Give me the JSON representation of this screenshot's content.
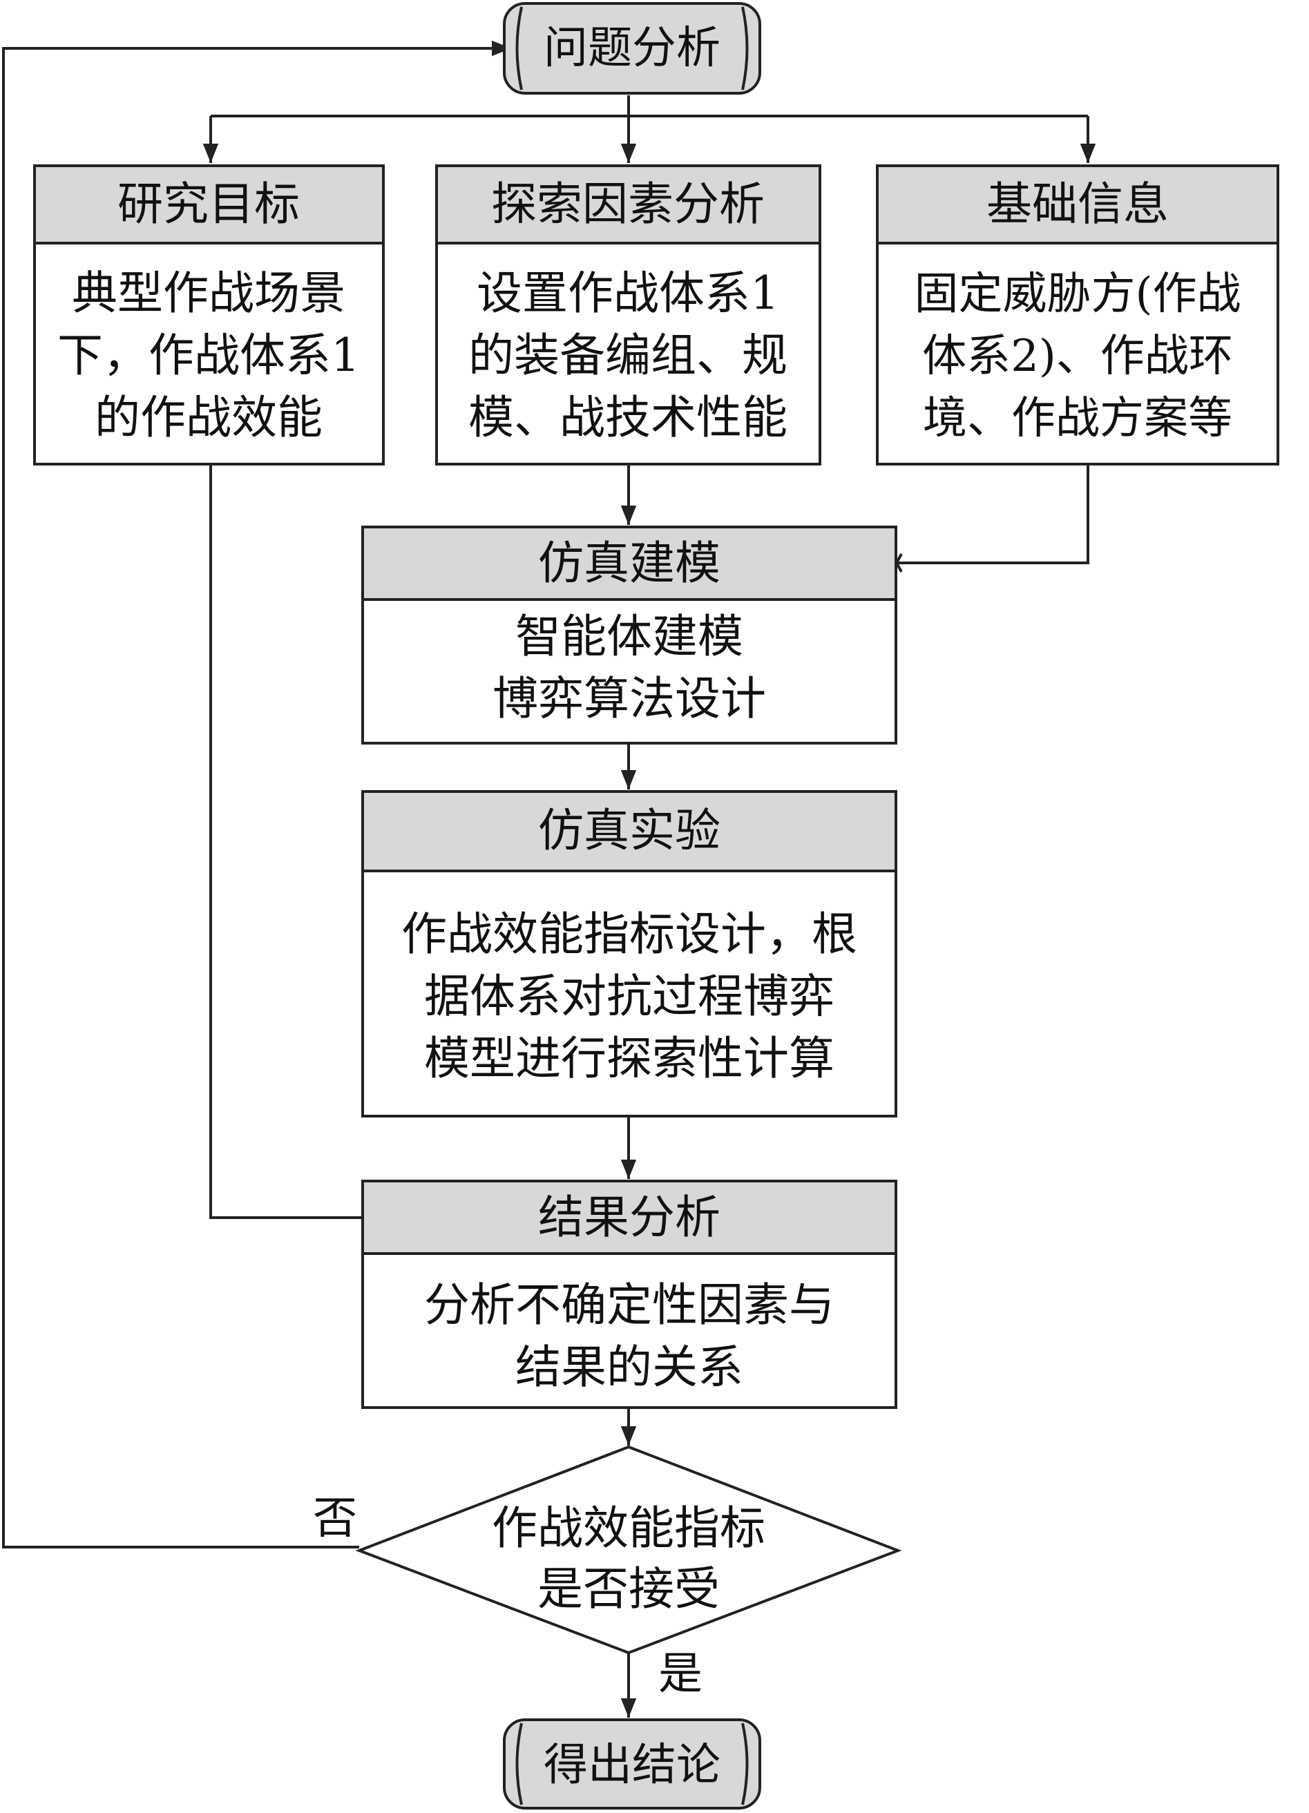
{
  "terminals": {
    "start": "问题分析",
    "end": "得出结论"
  },
  "boxes": {
    "goal": {
      "title": "研究目标",
      "lines": [
        "典型作战场景",
        "下，作战体系1",
        "的作战效能"
      ]
    },
    "factors": {
      "title": "探索因素分析",
      "lines": [
        "设置作战体系1",
        "的装备编组、规",
        "模、战技术性能"
      ]
    },
    "info": {
      "title": "基础信息",
      "lines": [
        "固定威胁方(作战",
        "体系2)、作战环",
        "境、作战方案等"
      ]
    },
    "modeling": {
      "title": "仿真建模",
      "lines": [
        "智能体建模",
        "博弈算法设计"
      ]
    },
    "experiment": {
      "title": "仿真实验",
      "lines": [
        "作战效能指标设计，根",
        "据体系对抗过程博弈",
        "模型进行探索性计算"
      ]
    },
    "analysis": {
      "title": "结果分析",
      "lines": [
        "分析不确定性因素与",
        "结果的关系"
      ]
    }
  },
  "decision": {
    "lines": [
      "作战效能指标",
      "是否接受"
    ]
  },
  "edge_labels": {
    "no": "否",
    "yes": "是"
  }
}
